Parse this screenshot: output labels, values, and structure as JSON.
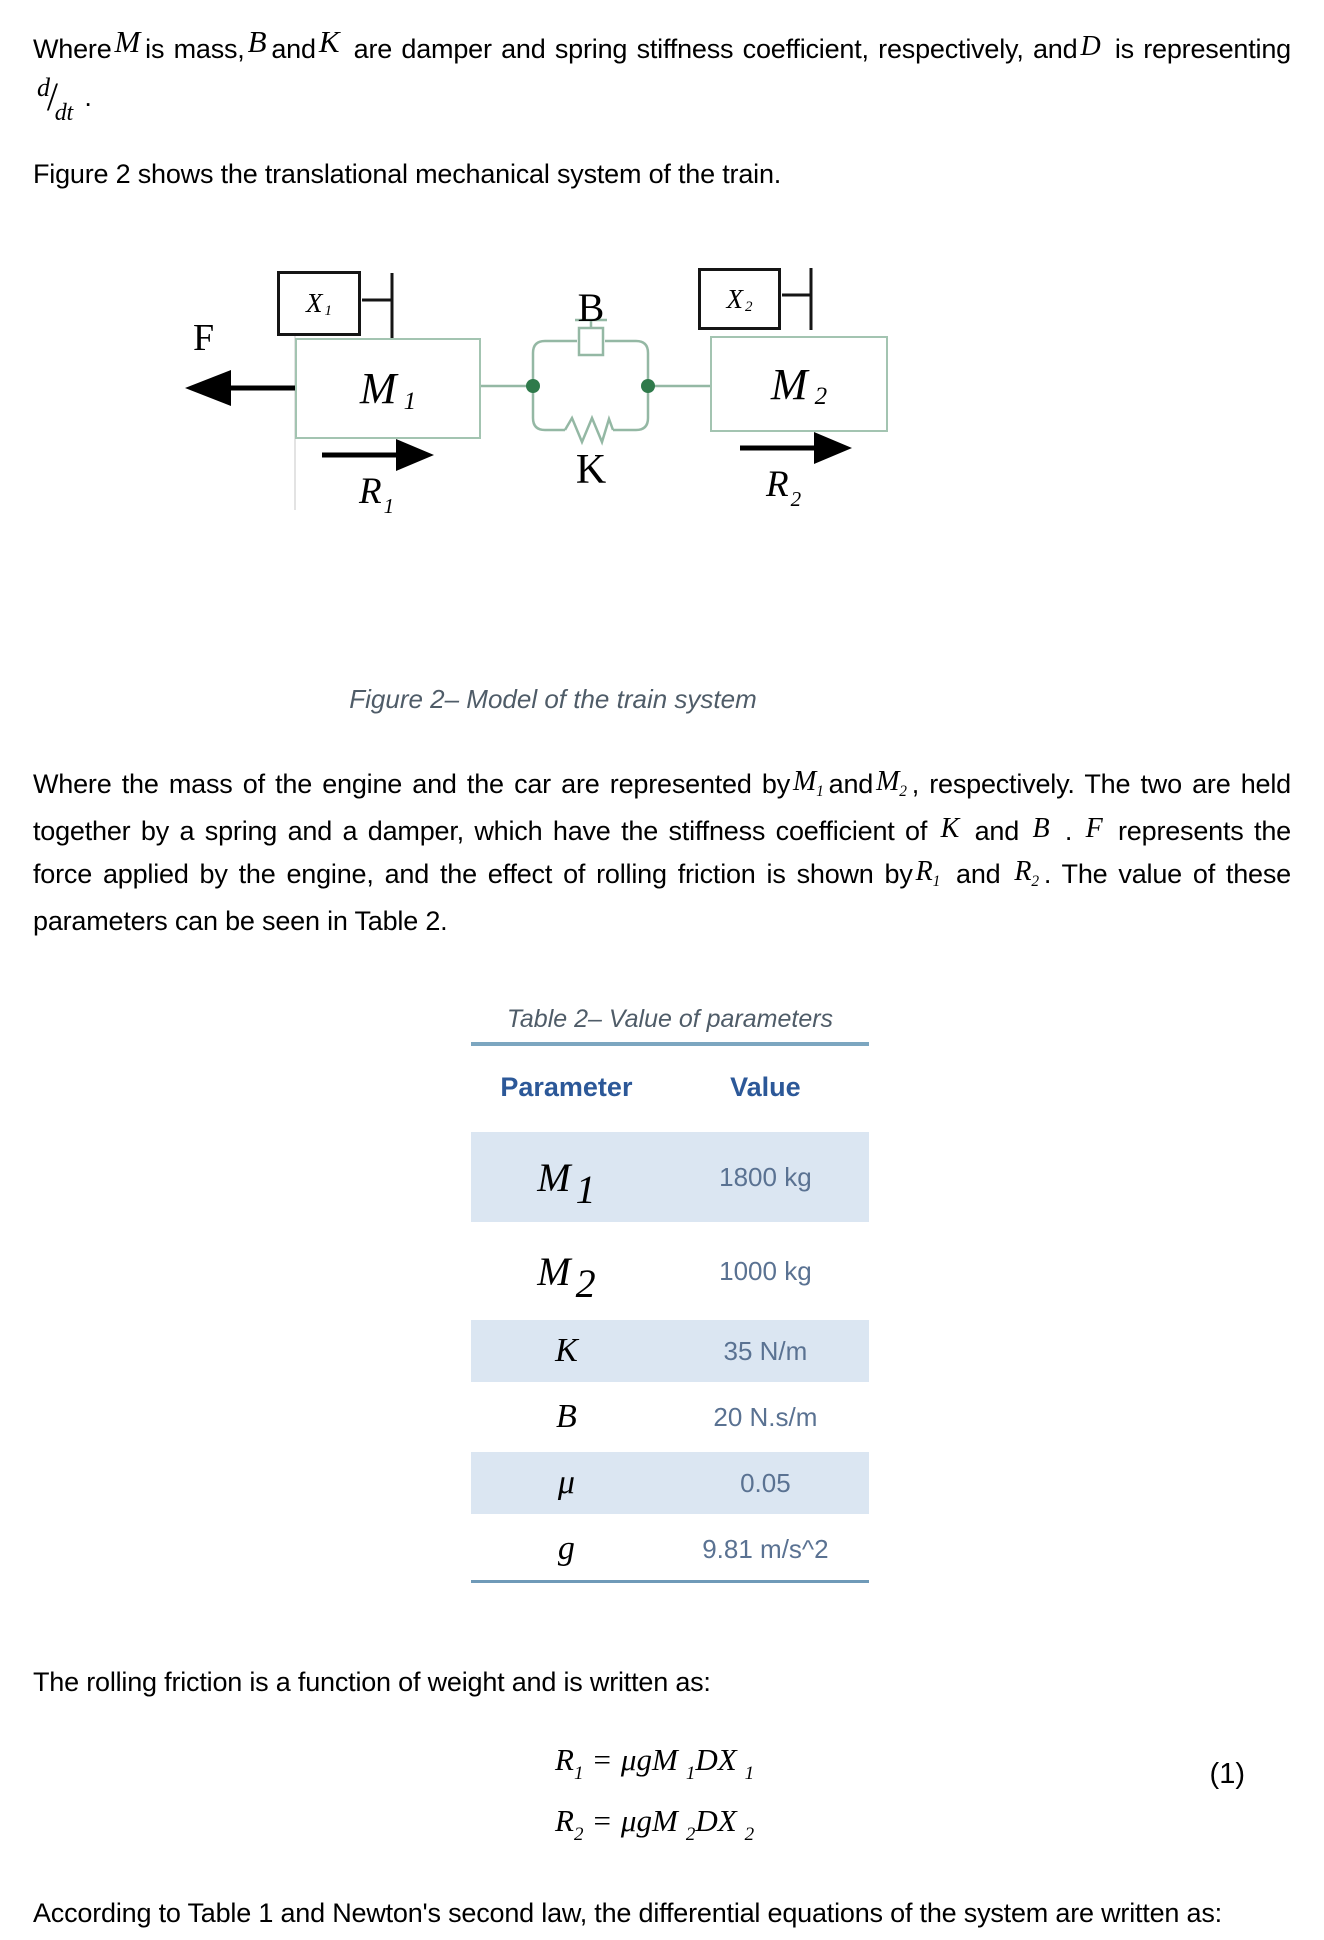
{
  "intro": {
    "t1": "Where",
    "m": "M",
    "t2": "is mass,",
    "b": "B",
    "t3": "and",
    "k": "K",
    "t4": "are damper and spring stiffness coefficient, respectively,",
    "t5": "and",
    "d": "D",
    "t6": "is representing",
    "frac_num": "d",
    "frac_slash": "/",
    "frac_den": "dt",
    "t7": "."
  },
  "fig_intro": "Figure 2 shows the translational mechanical system of the train.",
  "figure": {
    "x1": {
      "base": "X",
      "sub": "1"
    },
    "x2": {
      "base": "X",
      "sub": "2"
    },
    "f": "F",
    "b": "B",
    "k": "K",
    "m1": {
      "base": "M",
      "sub": "1"
    },
    "m2": {
      "base": "M",
      "sub": "2"
    },
    "r1": {
      "base": "R",
      "sub": "1"
    },
    "r2": {
      "base": "R",
      "sub": "2"
    },
    "caption": "Figure 2– Model of the train system",
    "line_color": "#94b8a4",
    "node_color": "#2f7a4b"
  },
  "body": {
    "t1": "Where the mass of the engine and the car are represented by",
    "m1": {
      "base": "M",
      "sub": "1"
    },
    "t2": "and",
    "m2": {
      "base": "M",
      "sub": "2"
    },
    "t3": ", respectively. The two are held together by a spring and a damper, which have the stiffness coefficient of",
    "k": "K",
    "t4": "and",
    "b": "B",
    "t5": ".",
    "f": "F",
    "t6": "represents the force applied by the engine, and the effect of rolling friction is shown by",
    "r1": {
      "base": "R",
      "sub": "1"
    },
    "t7": "and",
    "r2": {
      "base": "R",
      "sub": "2"
    },
    "t8": ". The value of these parameters can be seen in Table 2."
  },
  "table": {
    "caption": "Table 2– Value of parameters",
    "col1": "Parameter",
    "col2": "Value",
    "rows": [
      {
        "p": "M",
        "ps": "1",
        "v": "1800 kg"
      },
      {
        "p": "M",
        "ps": "2",
        "v": "1000 kg"
      },
      {
        "p": "K",
        "ps": "",
        "v": "35 N/m"
      },
      {
        "p": "B",
        "ps": "",
        "v": "20 N.s/m"
      },
      {
        "p": "μ",
        "ps": "",
        "v": "0.05"
      },
      {
        "p": "g",
        "ps": "",
        "v": "9.81 m/s^2"
      }
    ]
  },
  "friction_text": "The rolling friction is a function of weight and is written as:",
  "equation": {
    "number": "(1)",
    "lines": [
      {
        "r": "R",
        "rs": "1",
        "eq": "=",
        "mu": "μ",
        "g": "g",
        "m": "M",
        "ms": "1",
        "dx": "DX",
        "xs": "1"
      },
      {
        "r": "R",
        "rs": "2",
        "eq": "=",
        "mu": "μ",
        "g": "g",
        "m": "M",
        "ms": "2",
        "dx": "DX",
        "xs": "2"
      }
    ]
  },
  "closing_text": "According to Table 1 and Newton's second law, the differential equations of the system are written as:"
}
